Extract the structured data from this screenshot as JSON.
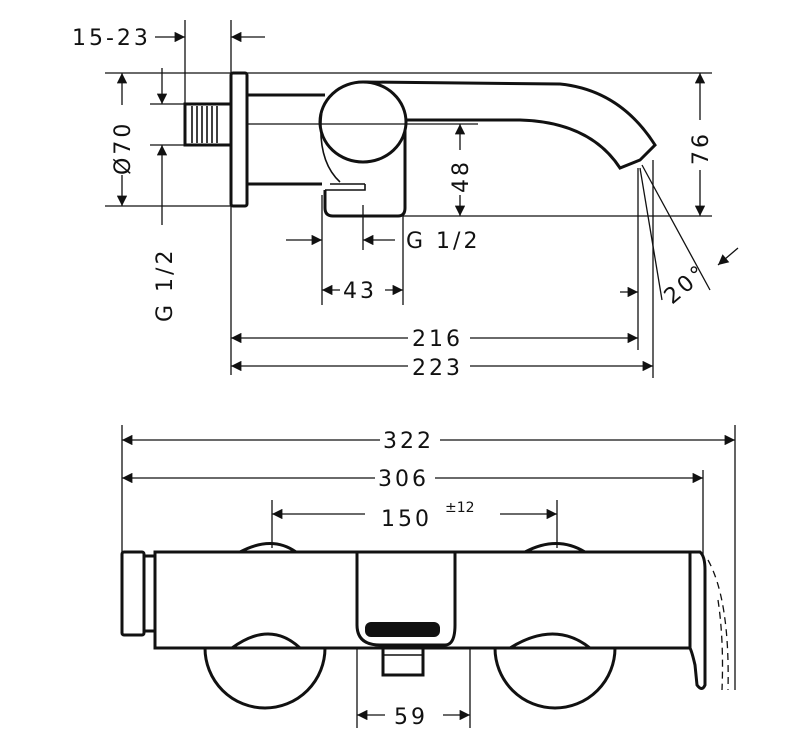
{
  "side_view": {
    "wall_depth": "15-23",
    "flange_diameter": "Ø70",
    "inlet_thread": "G 1/2",
    "outlet_height": "48",
    "outlet_thread": "G 1/2",
    "outlet_width": "43",
    "total_height": "76",
    "spray_angle": "20°",
    "spout_length": "216",
    "total_projection": "223"
  },
  "top_view": {
    "total_width": "322",
    "body_width": "306",
    "center_distance": "150",
    "center_tolerance": "±12",
    "outlet_width": "59"
  }
}
